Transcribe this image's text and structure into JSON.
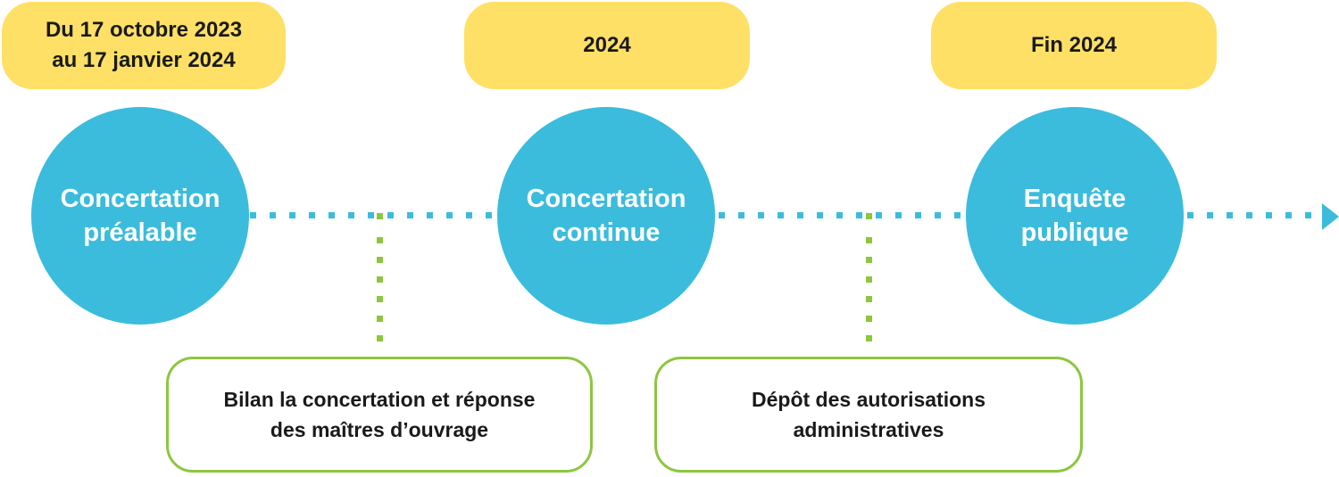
{
  "colors": {
    "date_pill": "#FFE066",
    "stage_circle": "#3BBCDD",
    "outcome_border": "#8DC63F",
    "timeline_dots": "#3BBCDD",
    "connector_dots": "#8DC63F"
  },
  "stages": [
    {
      "date": [
        "Du 17 octobre 2023",
        "au 17 janvier 2024"
      ],
      "title": [
        "Concertation",
        "préalable"
      ]
    },
    {
      "date": [
        "2024"
      ],
      "title": [
        "Concertation",
        "continue"
      ]
    },
    {
      "date": [
        "Fin 2024"
      ],
      "title": [
        "Enquête",
        "publique"
      ]
    }
  ],
  "outcomes": [
    {
      "lines": [
        "Bilan la concertation et réponse",
        "des maîtres d’ouvrage"
      ]
    },
    {
      "lines": [
        "Dépôt des autorisations",
        "administratives"
      ]
    }
  ],
  "arrow_icon": "triangle-right"
}
